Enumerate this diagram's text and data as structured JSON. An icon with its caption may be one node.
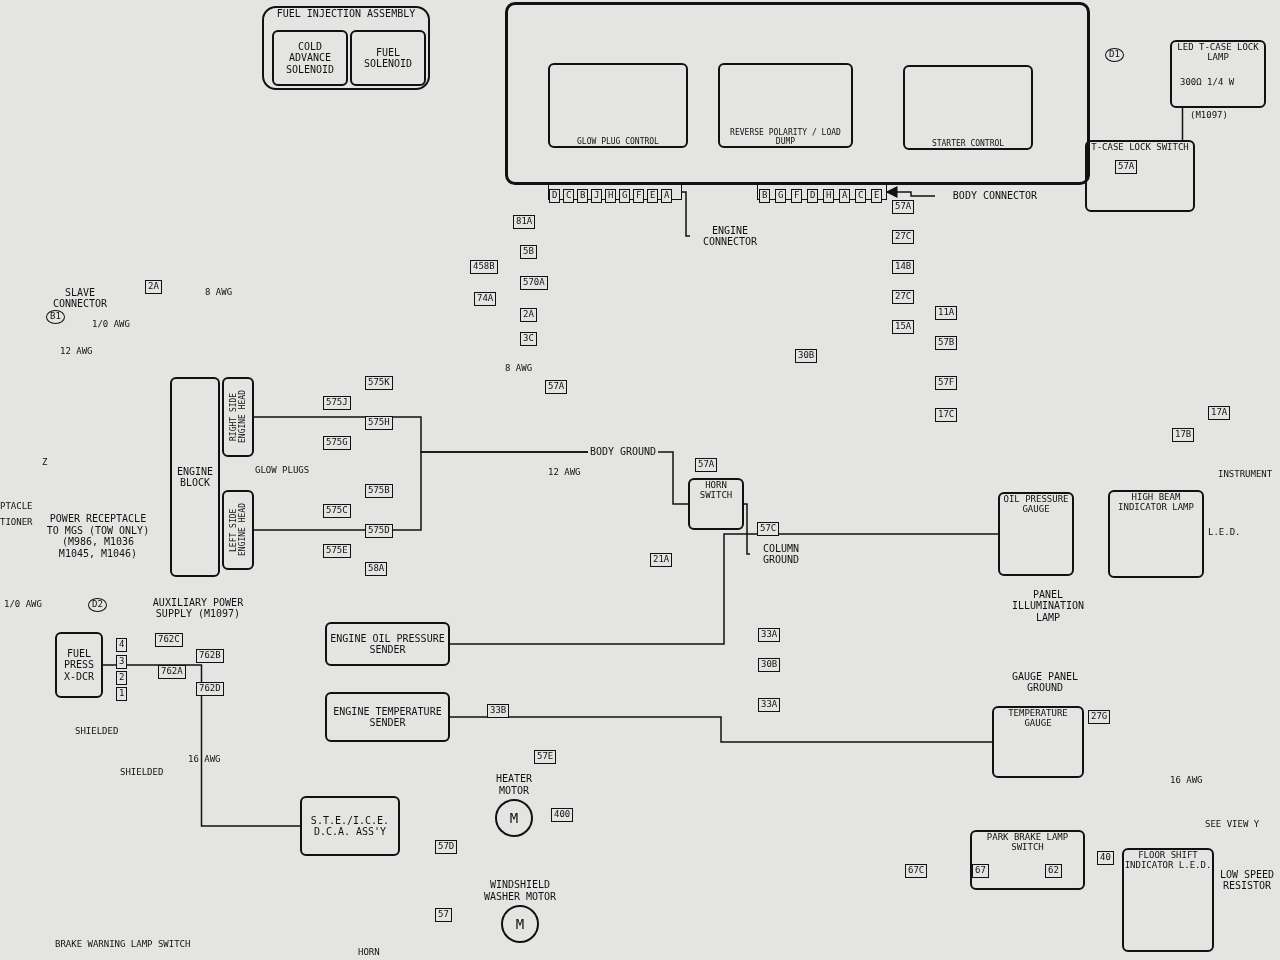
{
  "diagram": {
    "nodes": [
      {
        "text": [
          "FUEL INJECTION ASSEMBLY"
        ]
      },
      {
        "text": [
          "COLD ADVANCE SOLENOID"
        ],
        "in": 0
      },
      {
        "text": [
          "FUEL SOLENOID"
        ],
        "in": 0
      },
      {
        "text": [],
        "shape": "box"
      },
      {
        "text": [
          "GLOW PLUG CONTROL"
        ],
        "in": 3
      },
      {
        "text": [
          "REVERSE POLARITY / LOAD DUMP"
        ],
        "in": 3
      },
      {
        "text": [
          "STARTER CONTROL"
        ],
        "in": 3
      },
      {
        "text": [],
        "shape": "bar"
      },
      {
        "text": [
          "ENGINE CONNECTOR"
        ]
      },
      {
        "text": [],
        "shape": "bar"
      },
      {
        "text": [
          "BODY CONNECTOR"
        ]
      },
      {
        "text": [
          "LED T-CASE LOCK LAMP"
        ],
        "beside": [
          "(M1097)"
        ]
      },
      {
        "text": [
          "T-CASE LOCK SWITCH"
        ]
      },
      {
        "text": [
          "ENGINE BLOCK"
        ]
      },
      {
        "text": [
          "RIGHT SIDE ENGINE HEAD"
        ]
      },
      {
        "text": [
          "LEFT SIDE ENGINE HEAD"
        ]
      },
      {
        "text": [
          "BODY GROUND"
        ],
        "beside": [
          "12 AWG"
        ]
      },
      {
        "text": [
          "HORN SWITCH"
        ]
      },
      {
        "text": [
          "COLUMN GROUND"
        ]
      },
      {
        "text": [
          "ENGINE OIL PRESSURE SENDER"
        ]
      },
      {
        "text": [
          "ENGINE TEMPERATURE SENDER"
        ]
      },
      {
        "text": [
          "FUEL PRESS X-DCR"
        ]
      },
      {
        "text": [
          "S.T.E./I.C.E. D.C.A. ASS'Y"
        ]
      },
      {
        "text": [
          "HEATER MOTOR",
          "M"
        ]
      },
      {
        "text": [
          "WINDSHIELD WASHER MOTOR",
          "M"
        ]
      },
      {
        "text": [
          "OIL PRESSURE GAUGE"
        ]
      },
      {
        "text": [
          "HIGH BEAM INDICATOR LAMP"
        ],
        "beside": [
          "L.E.D."
        ]
      },
      {
        "text": [
          "PANEL ILLUMINATION LAMP"
        ]
      },
      {
        "text": [
          "GAUGE PANEL GROUND"
        ]
      },
      {
        "text": [
          "TEMPERATURE GAUGE"
        ]
      },
      {
        "text": [
          "PARK BRAKE LAMP SWITCH"
        ]
      },
      {
        "text": [
          "FLOOR SHIFT INDICATOR L.E.D."
        ]
      },
      {
        "text": [
          "LOW SPEED RESISTOR"
        ]
      },
      {
        "text": [
          "SLAVE CONNECTOR"
        ]
      },
      {
        "text": [
          "POWER RECEPTACLE TO MGS (TOW ONLY) (M986, M1036 M1045, M1046)"
        ]
      },
      {
        "text": [
          "AUXILIARY POWER SUPPLY (M1097)"
        ]
      }
    ],
    "edges": [
      {
        "from": 8,
        "to": 7,
        "arrow": "none"
      },
      {
        "from": 10,
        "to": 9,
        "arrow": "to"
      },
      {
        "from": 14,
        "to": 16,
        "arrow": "none"
      },
      {
        "from": 15,
        "to": 16,
        "arrow": "none"
      },
      {
        "from": 16,
        "to": 17,
        "arrow": "none"
      },
      {
        "from": 17,
        "to": 18,
        "arrow": "none"
      },
      {
        "from": 19,
        "to": 25,
        "arrow": "none"
      },
      {
        "from": 20,
        "to": 29,
        "arrow": "none"
      },
      {
        "from": 21,
        "to": 22,
        "arrow": "none"
      },
      {
        "from": 12,
        "to": 11,
        "arrow": "none"
      }
    ],
    "labels": [
      "D1",
      "300Ω 1/4 W",
      "57A",
      "2A",
      "8 AWG",
      "B1",
      "1/0 AWG",
      "12 AWG",
      "Z",
      "PTACLE",
      "TIONER",
      "D",
      "C",
      "B",
      "J",
      "H",
      "G",
      "F",
      "E",
      "A",
      "B",
      "G",
      "F",
      "D",
      "H",
      "A",
      "C",
      "E",
      "81A",
      "5B",
      "458B",
      "570A",
      "74A",
      "2A",
      "3C",
      "8 AWG",
      "57A",
      "575K",
      "575J",
      "575H",
      "575G",
      "GLOW PLUGS",
      "575B",
      "575C",
      "575D",
      "575E",
      "58A",
      "57A",
      "21A",
      "57C",
      "57A",
      "27C",
      "14B",
      "27C",
      "11A",
      "15A",
      "57B",
      "57F",
      "17C",
      "30B",
      "17A",
      "17B",
      "INSTRUMENT",
      "1/0 AWG",
      "D2",
      "4",
      "3",
      "2",
      "1",
      "762C",
      "762B",
      "762A",
      "762D",
      "SHIELDED",
      "16 AWG",
      "SHIELDED",
      "33A",
      "30B",
      "33A",
      "33B",
      "57E",
      "400",
      "57D",
      "57",
      "67C",
      "67",
      "62",
      "40",
      "27G",
      "16 AWG",
      "SEE VIEW Y",
      "BRAKE WARNING LAMP SWITCH",
      "HORN"
    ]
  }
}
